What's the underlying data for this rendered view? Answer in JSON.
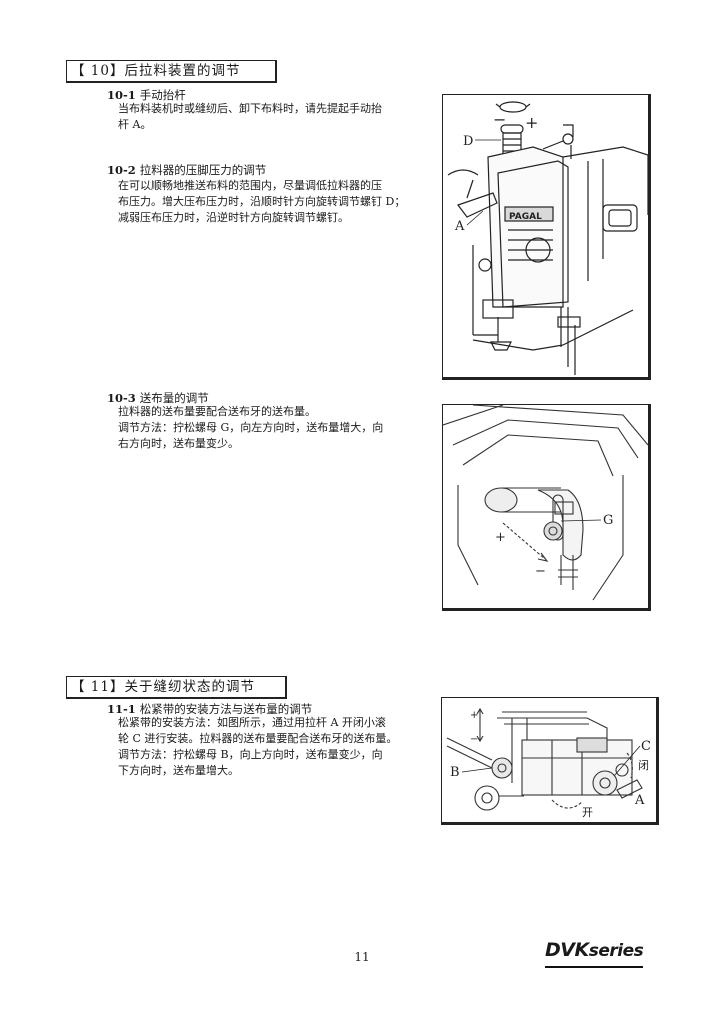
{
  "sections": [
    {
      "heading": "【 10】后拉料装置的调节",
      "items": [
        {
          "number": "10-1",
          "title": "手动抬杆",
          "lines": [
            "当布料装机时或缝纫后、卸下布料时，请先提起手动抬",
            "杆 A。"
          ]
        },
        {
          "number": "10-2",
          "title": "拉料器的压脚压力的调节",
          "lines": [
            "在可以顺畅地推送布料的范围内，尽量调低拉料器的压",
            "布压力。增大压布压力时，沿顺时针方向旋转调节螺钉 D；",
            "减弱压布压力时，沿逆时针方向旋转调节螺钉。"
          ]
        },
        {
          "number": "10-3",
          "title": "送布量的调节",
          "lines": [
            "拉料器的送布量要配合送布牙的送布量。",
            "调节方法：拧松螺母 G，向左方向时，送布量增大，向",
            "右方向时，送布量变少。"
          ]
        }
      ],
      "figures": [
        {
          "labels": {
            "d": "D",
            "a": "A",
            "minus": "−",
            "plus": "+",
            "brand": "PAGAL"
          }
        },
        {
          "labels": {
            "g": "G",
            "plus": "+",
            "minus": "−"
          }
        }
      ]
    },
    {
      "heading": "【 11】关于缝纫状态的调节",
      "items": [
        {
          "number": "11-1",
          "title": "松紧带的安装方法与送布量的调节",
          "lines": [
            "松紧带的安装方法：如图所示，通过用拉杆 A 开闭小滚",
            "轮 C 进行安装。拉料器的送布量要配合送布牙的送布量。",
            "调节方法：拧松螺母 B，向上方向时，送布量变少，向",
            "下方向时，送布量增大。"
          ]
        }
      ],
      "figures": [
        {
          "labels": {
            "b": "B",
            "c": "C",
            "a": "A",
            "close": "闭",
            "open": "开",
            "plus": "+",
            "minus": "−"
          }
        }
      ]
    }
  ],
  "footer": {
    "page_number": "11",
    "brand": "DVK",
    "brand_suffix": "series"
  }
}
